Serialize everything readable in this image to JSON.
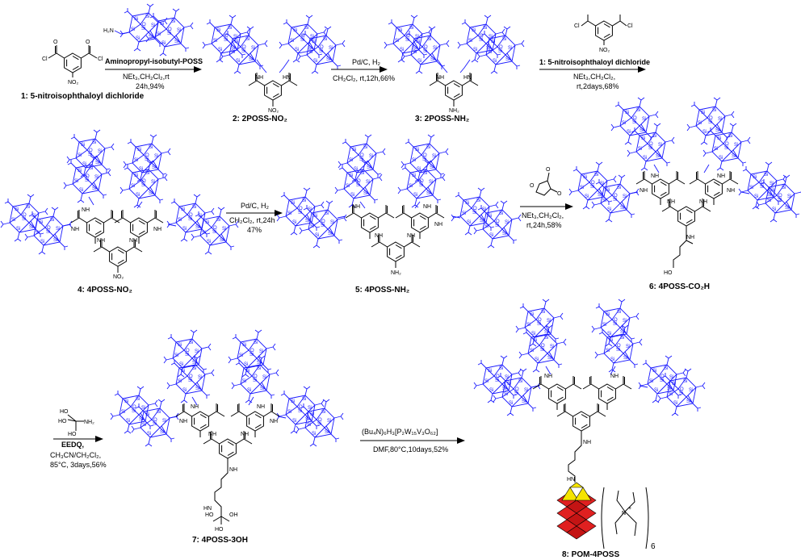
{
  "reagents": {
    "aminopropyl_poss": "Aminopropyl-isobutyl-POSS",
    "nitro_chloride": "1: 5-nitroisophthaloyl dichloride",
    "edc_label": "EEDQ,"
  },
  "steps": {
    "s1_line1": "NEt₃,CH₂Cl₂,rt",
    "s1_line2": "24h,94%",
    "s2_line1": "Pd/C, H₂",
    "s2_line2": "CH₂Cl₂, rt,12h,66%",
    "s3_line1": "1: 5-nitroisophthaloyl dichloride",
    "s3_line2": "NEt₃,CH₂Cl₂,",
    "s3_line3": "rt,2days,68%",
    "s4_line1": "Pd/C, H₂",
    "s4_line2": "CH₂Cl₂, rt,24h",
    "s4_line3": "47%",
    "s5_line1": "NEt₃,CH₂Cl₂,",
    "s5_line2": "rt,24h,58%",
    "s6_line1": "EEDQ,",
    "s6_line2": "CH₃CN/CH₂Cl₂,",
    "s6_line3": "85°C, 3days,56%",
    "s7_line1": "(Bu₄N)₆H₃[P₂W₁₅V₃O₆₂]",
    "s7_line2": "DMF,80°C,10days,52%"
  },
  "compounds": {
    "c1": "1: 5-nitroisophthaloyl dichloride",
    "c2": "2: 2POSS-NO₂",
    "c3": "3: 2POSS-NH₂",
    "c4": "4: 4POSS-NO₂",
    "c5": "5: 4POSS-NH₂",
    "c6": "6: 4POSS-CO₂H",
    "c7": "7: 4POSS-3OH",
    "c8": "8: POM-4POSS"
  },
  "atoms": {
    "cl": "Cl",
    "no2": "NO₂",
    "nh2": "NH₂",
    "nh": "NH",
    "hn": "HN",
    "o": "O",
    "oh": "OH",
    "ho": "HO",
    "n": "N",
    "h2n": "H₂N",
    "si": "Si",
    "ho_acid": "HO",
    "counter_charge": "+",
    "counter_count": "6"
  },
  "colors": {
    "poss": "#1a1aff",
    "bonds": "#000000",
    "pom_red": "#e02020",
    "pom_yellow": "#f5e400",
    "background": "#ffffff"
  }
}
